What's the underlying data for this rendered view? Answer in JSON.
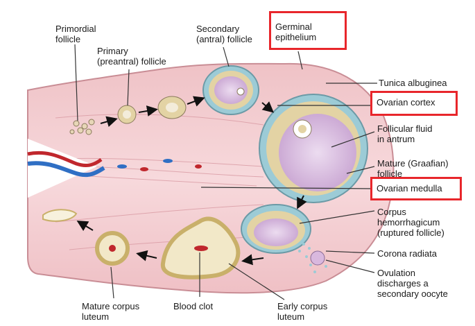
{
  "labels": {
    "primordial_follicle": "Primordial\nfollicle",
    "primary_follicle": "Primary\n(preantral) follicle",
    "secondary_follicle": "Secondary\n(antral) follicle",
    "germinal_epithelium": "Germinal\nepithelium",
    "tunica_albuginea": "Tunica albuginea",
    "ovarian_cortex": "Ovarian cortex",
    "follicular_fluid": "Follicular fluid\nin antrum",
    "mature_follicle": "Mature (Graafian)\nfollicle",
    "ovarian_medulla": "Ovarian medulla",
    "corpus_hemorrhagicum": "Corpus\nhemorrhagicum\n(ruptured follicle)",
    "corona_radiata": "Corona radiata",
    "ovulation": "Ovulation\ndischarges a\nsecondary oocyte",
    "mature_corpus_luteum": "Mature corpus\nluteum",
    "blood_clot": "Blood clot",
    "early_corpus_luteum": "Early corpus\nluteum"
  },
  "colors": {
    "highlight": "#e8262b",
    "tissue": "#f4c9cd",
    "follicle_fluid": "#d9b8de",
    "granulosa": "#e3d3a4",
    "vein": "#2f6fc4",
    "artery": "#c0272d"
  }
}
